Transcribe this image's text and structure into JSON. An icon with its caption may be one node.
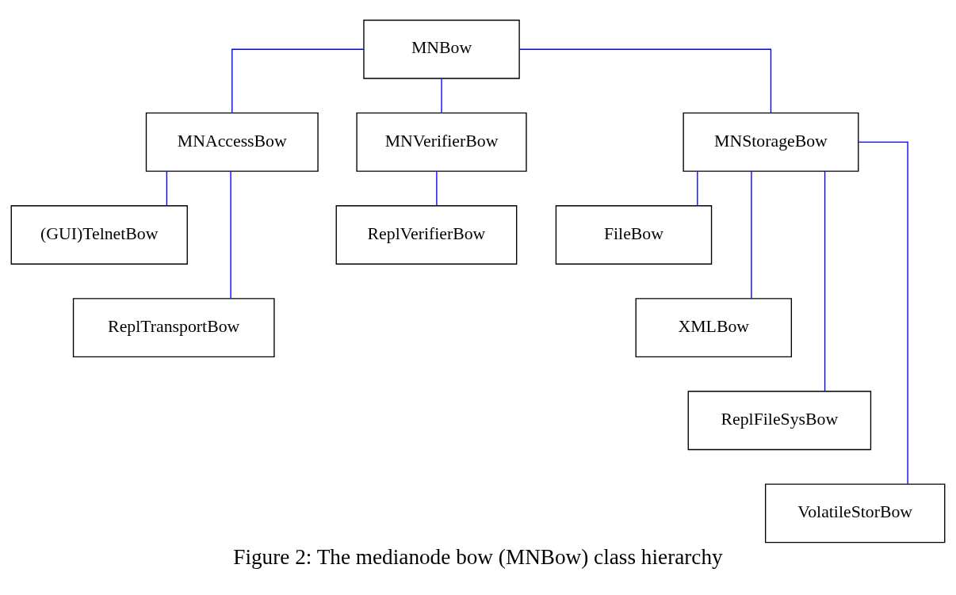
{
  "diagram": {
    "caption": "Figure 2: The medianode bow (MNBow) class hierarchy",
    "nodes": [
      {
        "text": [
          "MNBow"
        ]
      },
      {
        "text": [
          "MNAccessBow"
        ]
      },
      {
        "text": [
          "MNVerifierBow"
        ]
      },
      {
        "text": [
          "MNStorageBow"
        ]
      },
      {
        "text": [
          "(GUI)TelnetBow"
        ]
      },
      {
        "text": [
          "ReplTransportBow"
        ]
      },
      {
        "text": [
          "ReplVerifierBow"
        ]
      },
      {
        "text": [
          "FileBow"
        ]
      },
      {
        "text": [
          "XMLBow"
        ]
      },
      {
        "text": [
          "ReplFileSysBow"
        ]
      },
      {
        "text": [
          "VolatileStorBow"
        ]
      }
    ],
    "edges": [
      {
        "from": 0,
        "to": 1,
        "arrow": "none",
        "color": "#0000ff"
      },
      {
        "from": 0,
        "to": 2,
        "arrow": "none",
        "color": "#0000ff"
      },
      {
        "from": 0,
        "to": 3,
        "arrow": "none",
        "color": "#0000ff"
      },
      {
        "from": 1,
        "to": 4,
        "arrow": "none",
        "color": "#0000ff"
      },
      {
        "from": 1,
        "to": 5,
        "arrow": "none",
        "color": "#0000ff"
      },
      {
        "from": 2,
        "to": 6,
        "arrow": "none",
        "color": "#0000ff"
      },
      {
        "from": 3,
        "to": 7,
        "arrow": "none",
        "color": "#0000ff"
      },
      {
        "from": 3,
        "to": 8,
        "arrow": "none",
        "color": "#0000ff"
      },
      {
        "from": 3,
        "to": 9,
        "arrow": "none",
        "color": "#0000ff"
      },
      {
        "from": 3,
        "to": 10,
        "arrow": "none",
        "color": "#0000ff"
      }
    ]
  }
}
